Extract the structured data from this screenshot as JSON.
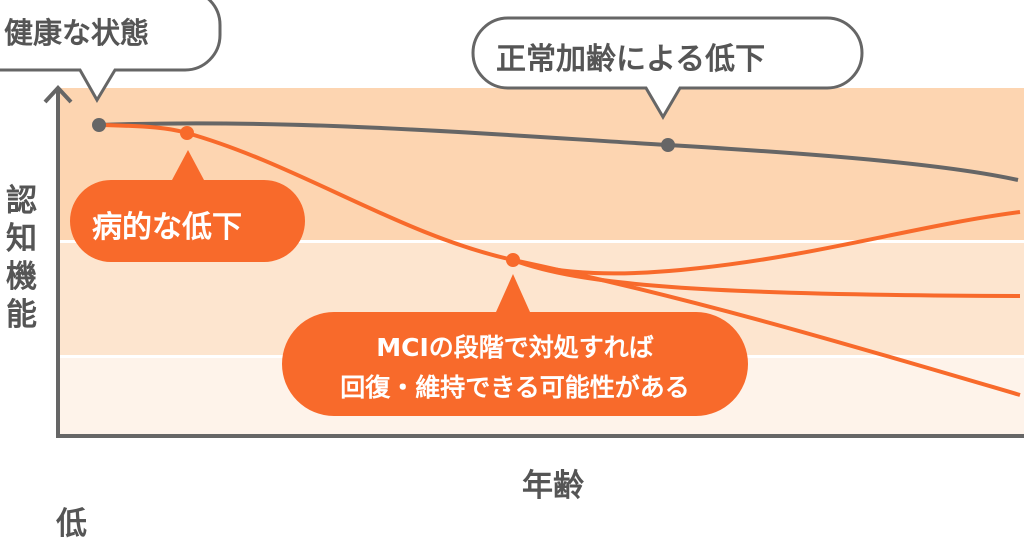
{
  "title_bubbles": {
    "healthy": "健康な状態",
    "normal_aging": "正常加齢による低下",
    "pathological": "病的な低下",
    "mci_line1": "MCIの段階で対処すれば",
    "mci_line2": "回復・維持できる可能性がある"
  },
  "axes": {
    "y_label": "認知機能",
    "y_low": "低",
    "x_label": "年齢"
  },
  "colors": {
    "band_high": "#fdd5b1",
    "band_mid": "#fde5cf",
    "band_low": "#fef3ea",
    "orange": "#f86a2b",
    "gray": "#666666"
  }
}
